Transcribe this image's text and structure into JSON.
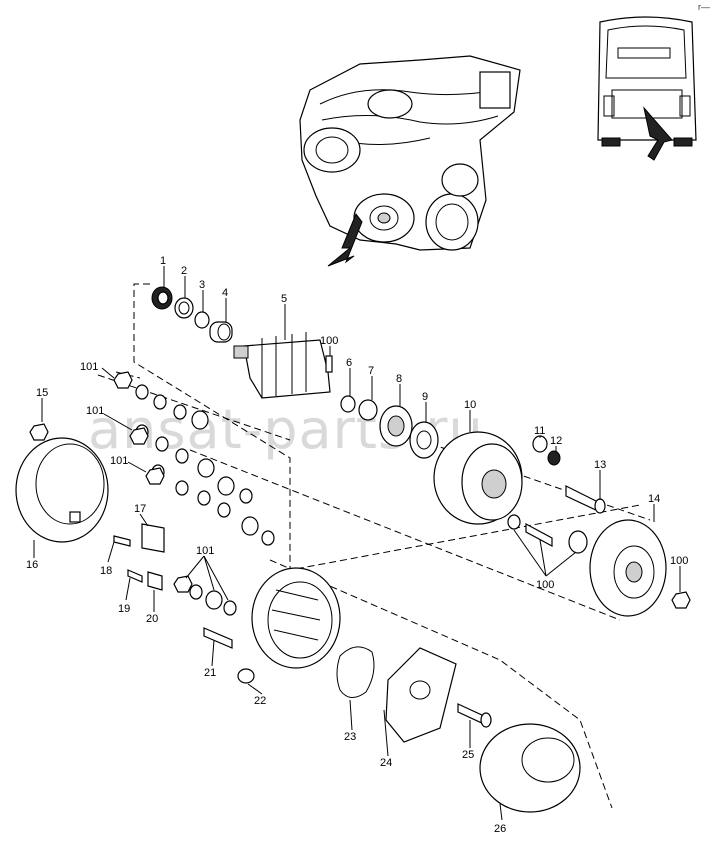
{
  "watermark": "ansat-parts.ru",
  "corner_mark": "r—",
  "callouts": [
    "1",
    "2",
    "3",
    "4",
    "5",
    "100",
    "6",
    "7",
    "8",
    "9",
    "10",
    "11",
    "12",
    "13",
    "14",
    "100",
    "100",
    "101",
    "15",
    "101",
    "101",
    "16",
    "17",
    "18",
    "101",
    "19",
    "20",
    "21",
    "22",
    "23",
    "24",
    "25",
    "26"
  ]
}
